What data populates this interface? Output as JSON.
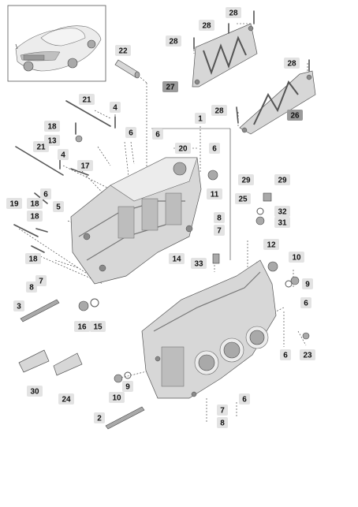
{
  "callouts": [
    {
      "id": "c-28a",
      "label": "28",
      "dark": false
    },
    {
      "id": "c-28b",
      "label": "28",
      "dark": false
    },
    {
      "id": "c-28c",
      "label": "28",
      "dark": false
    },
    {
      "id": "c-28d",
      "label": "28",
      "dark": false
    },
    {
      "id": "c-28e",
      "label": "28",
      "dark": false
    },
    {
      "id": "c-22",
      "label": "22",
      "dark": false
    },
    {
      "id": "c-27",
      "label": "27",
      "dark": true
    },
    {
      "id": "c-26",
      "label": "26",
      "dark": true
    },
    {
      "id": "c-21a",
      "label": "21",
      "dark": false
    },
    {
      "id": "c-4a",
      "label": "4",
      "dark": false
    },
    {
      "id": "c-1",
      "label": "1",
      "dark": false
    },
    {
      "id": "c-18a",
      "label": "18",
      "dark": false
    },
    {
      "id": "c-6a",
      "label": "6",
      "dark": false
    },
    {
      "id": "c-6b",
      "label": "6",
      "dark": false
    },
    {
      "id": "c-13",
      "label": "13",
      "dark": false
    },
    {
      "id": "c-20",
      "label": "20",
      "dark": false
    },
    {
      "id": "c-6c",
      "label": "6",
      "dark": false
    },
    {
      "id": "c-21b",
      "label": "21",
      "dark": false
    },
    {
      "id": "c-4b",
      "label": "4",
      "dark": false
    },
    {
      "id": "c-17",
      "label": "17",
      "dark": false
    },
    {
      "id": "c-11",
      "label": "11",
      "dark": false
    },
    {
      "id": "c-29a",
      "label": "29",
      "dark": false
    },
    {
      "id": "c-29b",
      "label": "29",
      "dark": false
    },
    {
      "id": "c-6d",
      "label": "6",
      "dark": false
    },
    {
      "id": "c-25",
      "label": "25",
      "dark": false
    },
    {
      "id": "c-19",
      "label": "19",
      "dark": false
    },
    {
      "id": "c-18b",
      "label": "18",
      "dark": false
    },
    {
      "id": "c-5",
      "label": "5",
      "dark": false
    },
    {
      "id": "c-18c",
      "label": "18",
      "dark": false
    },
    {
      "id": "c-8a",
      "label": "8",
      "dark": false
    },
    {
      "id": "c-32",
      "label": "32",
      "dark": false
    },
    {
      "id": "c-7a",
      "label": "7",
      "dark": false
    },
    {
      "id": "c-31",
      "label": "31",
      "dark": false
    },
    {
      "id": "c-12",
      "label": "12",
      "dark": false
    },
    {
      "id": "c-18d",
      "label": "18",
      "dark": false
    },
    {
      "id": "c-14",
      "label": "14",
      "dark": false
    },
    {
      "id": "c-33",
      "label": "33",
      "dark": false
    },
    {
      "id": "c-10a",
      "label": "10",
      "dark": false
    },
    {
      "id": "c-7b",
      "label": "7",
      "dark": false
    },
    {
      "id": "c-8b",
      "label": "8",
      "dark": false
    },
    {
      "id": "c-9a",
      "label": "9",
      "dark": false
    },
    {
      "id": "c-3",
      "label": "3",
      "dark": false
    },
    {
      "id": "c-6e",
      "label": "6",
      "dark": false
    },
    {
      "id": "c-16",
      "label": "16",
      "dark": false
    },
    {
      "id": "c-15",
      "label": "15",
      "dark": false
    },
    {
      "id": "c-6f",
      "label": "6",
      "dark": false
    },
    {
      "id": "c-23",
      "label": "23",
      "dark": false
    },
    {
      "id": "c-9b",
      "label": "9",
      "dark": false
    },
    {
      "id": "c-10b",
      "label": "10",
      "dark": false
    },
    {
      "id": "c-30",
      "label": "30",
      "dark": false
    },
    {
      "id": "c-24",
      "label": "24",
      "dark": false
    },
    {
      "id": "c-6g",
      "label": "6",
      "dark": false
    },
    {
      "id": "c-7c",
      "label": "7",
      "dark": false
    },
    {
      "id": "c-2",
      "label": "2",
      "dark": false
    },
    {
      "id": "c-8c",
      "label": "8",
      "dark": false
    }
  ],
  "colors": {
    "callout_fill": "#e3e3e3",
    "callout_fill_dark": "#9a9a9a",
    "line": "#333333",
    "part": "#d7d7d7"
  }
}
